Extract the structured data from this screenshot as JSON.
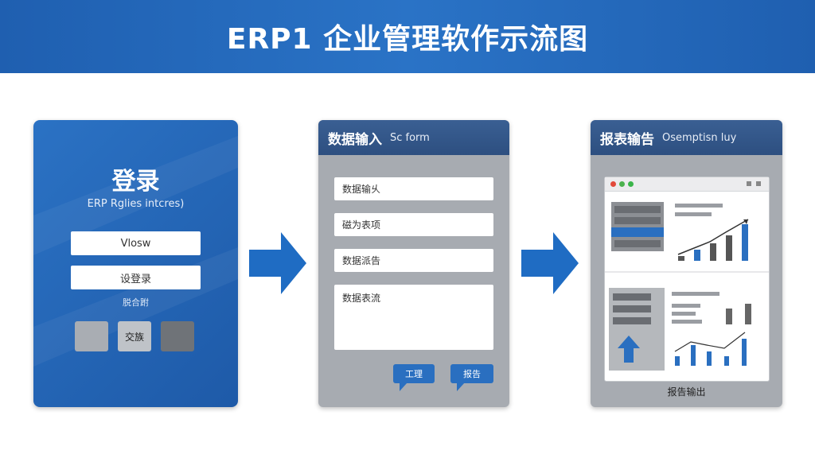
{
  "header": {
    "title": "ERP1 企业管理软作示流图"
  },
  "login": {
    "title": "登录",
    "subtitle": "ERP Rglies intcres)",
    "field1": "Vlosw",
    "field2": "设登录",
    "link": "脱合跗",
    "buttons": [
      "",
      "交族",
      ""
    ]
  },
  "data_entry": {
    "title_zh": "数据输入",
    "title_en": "Sc form",
    "fields": [
      "数据输乆",
      "磁为表项",
      "数据派告",
      "数据表流"
    ],
    "buttons": [
      "工理",
      "报告"
    ]
  },
  "report": {
    "title_zh": "报表输告",
    "title_en": "Osemptisn luy",
    "footer": "报告输出"
  },
  "colors": {
    "accent": "#2a6fc0",
    "header": "#1f5fb0",
    "panel_gray": "#a7abb1",
    "panel_head": "#2d4f80"
  }
}
